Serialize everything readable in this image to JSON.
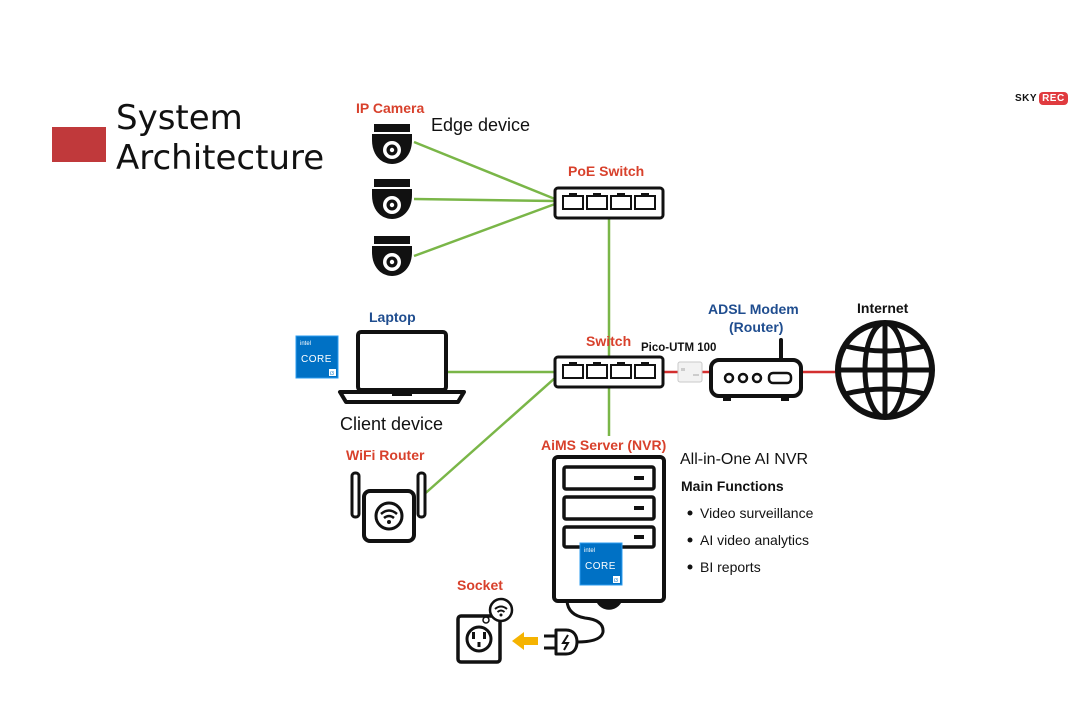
{
  "slide": {
    "title_line1": "System",
    "title_line2": "Architecture"
  },
  "logo": {
    "part1": "SKY",
    "part2": "REC"
  },
  "labels": {
    "ip_camera": "IP Camera",
    "edge_device": "Edge device",
    "poe_switch": "PoE Switch",
    "laptop": "Laptop",
    "client_device": "Client device",
    "wifi_router": "WiFi Router",
    "switch": "Switch",
    "pico_utm": "Pico-UTM 100",
    "adsl_modem_line1": "ADSL Modem",
    "adsl_modem_line2": "(Router)",
    "internet": "Internet",
    "aims_server": "AiMS Server (NVR)",
    "socket": "Socket"
  },
  "chip_badge": {
    "brand": "intel",
    "text": "CORE",
    "tier": "i3"
  },
  "nvr_info": {
    "heading": "All-in-One AI NVR",
    "subheading": "Main Functions",
    "functions": [
      "Video surveillance",
      "AI video analytics",
      "BI reports"
    ]
  },
  "colors": {
    "accent": "#c0393b",
    "link_green": "#7ab648",
    "link_red": "#d32f2f",
    "label_red": "#d8412c",
    "label_blue": "#1f4d8f",
    "intel_blue": "#0071c5",
    "arrow_yellow": "#f5b301"
  }
}
